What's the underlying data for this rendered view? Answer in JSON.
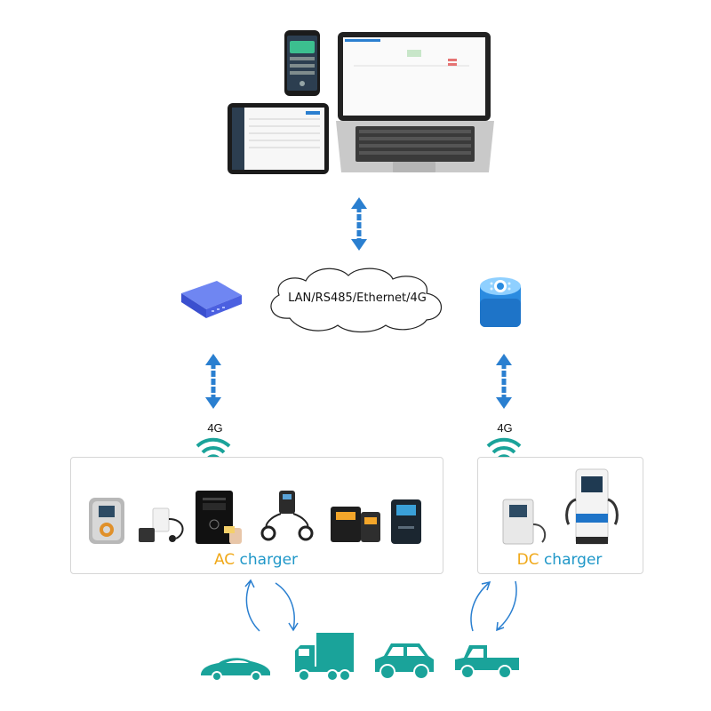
{
  "network": {
    "label": "LAN/RS485/Ethernet/4G"
  },
  "links": {
    "left": {
      "label": "4G"
    },
    "right": {
      "label": "4G"
    }
  },
  "ac_panel": {
    "label_accent": "AC",
    "label_rest": " charger"
  },
  "dc_panel": {
    "label_accent": "DC",
    "label_rest": " charger"
  },
  "colors": {
    "arrow": "#2a7fd0",
    "wifi": "#1aa39a",
    "vehicle": "#1aa39a",
    "label_accent": "#f0a818",
    "label_blue": "#1f97c8"
  },
  "icons": [
    "phone-device",
    "laptop-device",
    "tablet-device",
    "router-icon",
    "cloud-icon",
    "server-icon",
    "wifi-icon",
    "sports-car-icon",
    "truck-icon",
    "hatchback-icon",
    "pickup-icon"
  ]
}
